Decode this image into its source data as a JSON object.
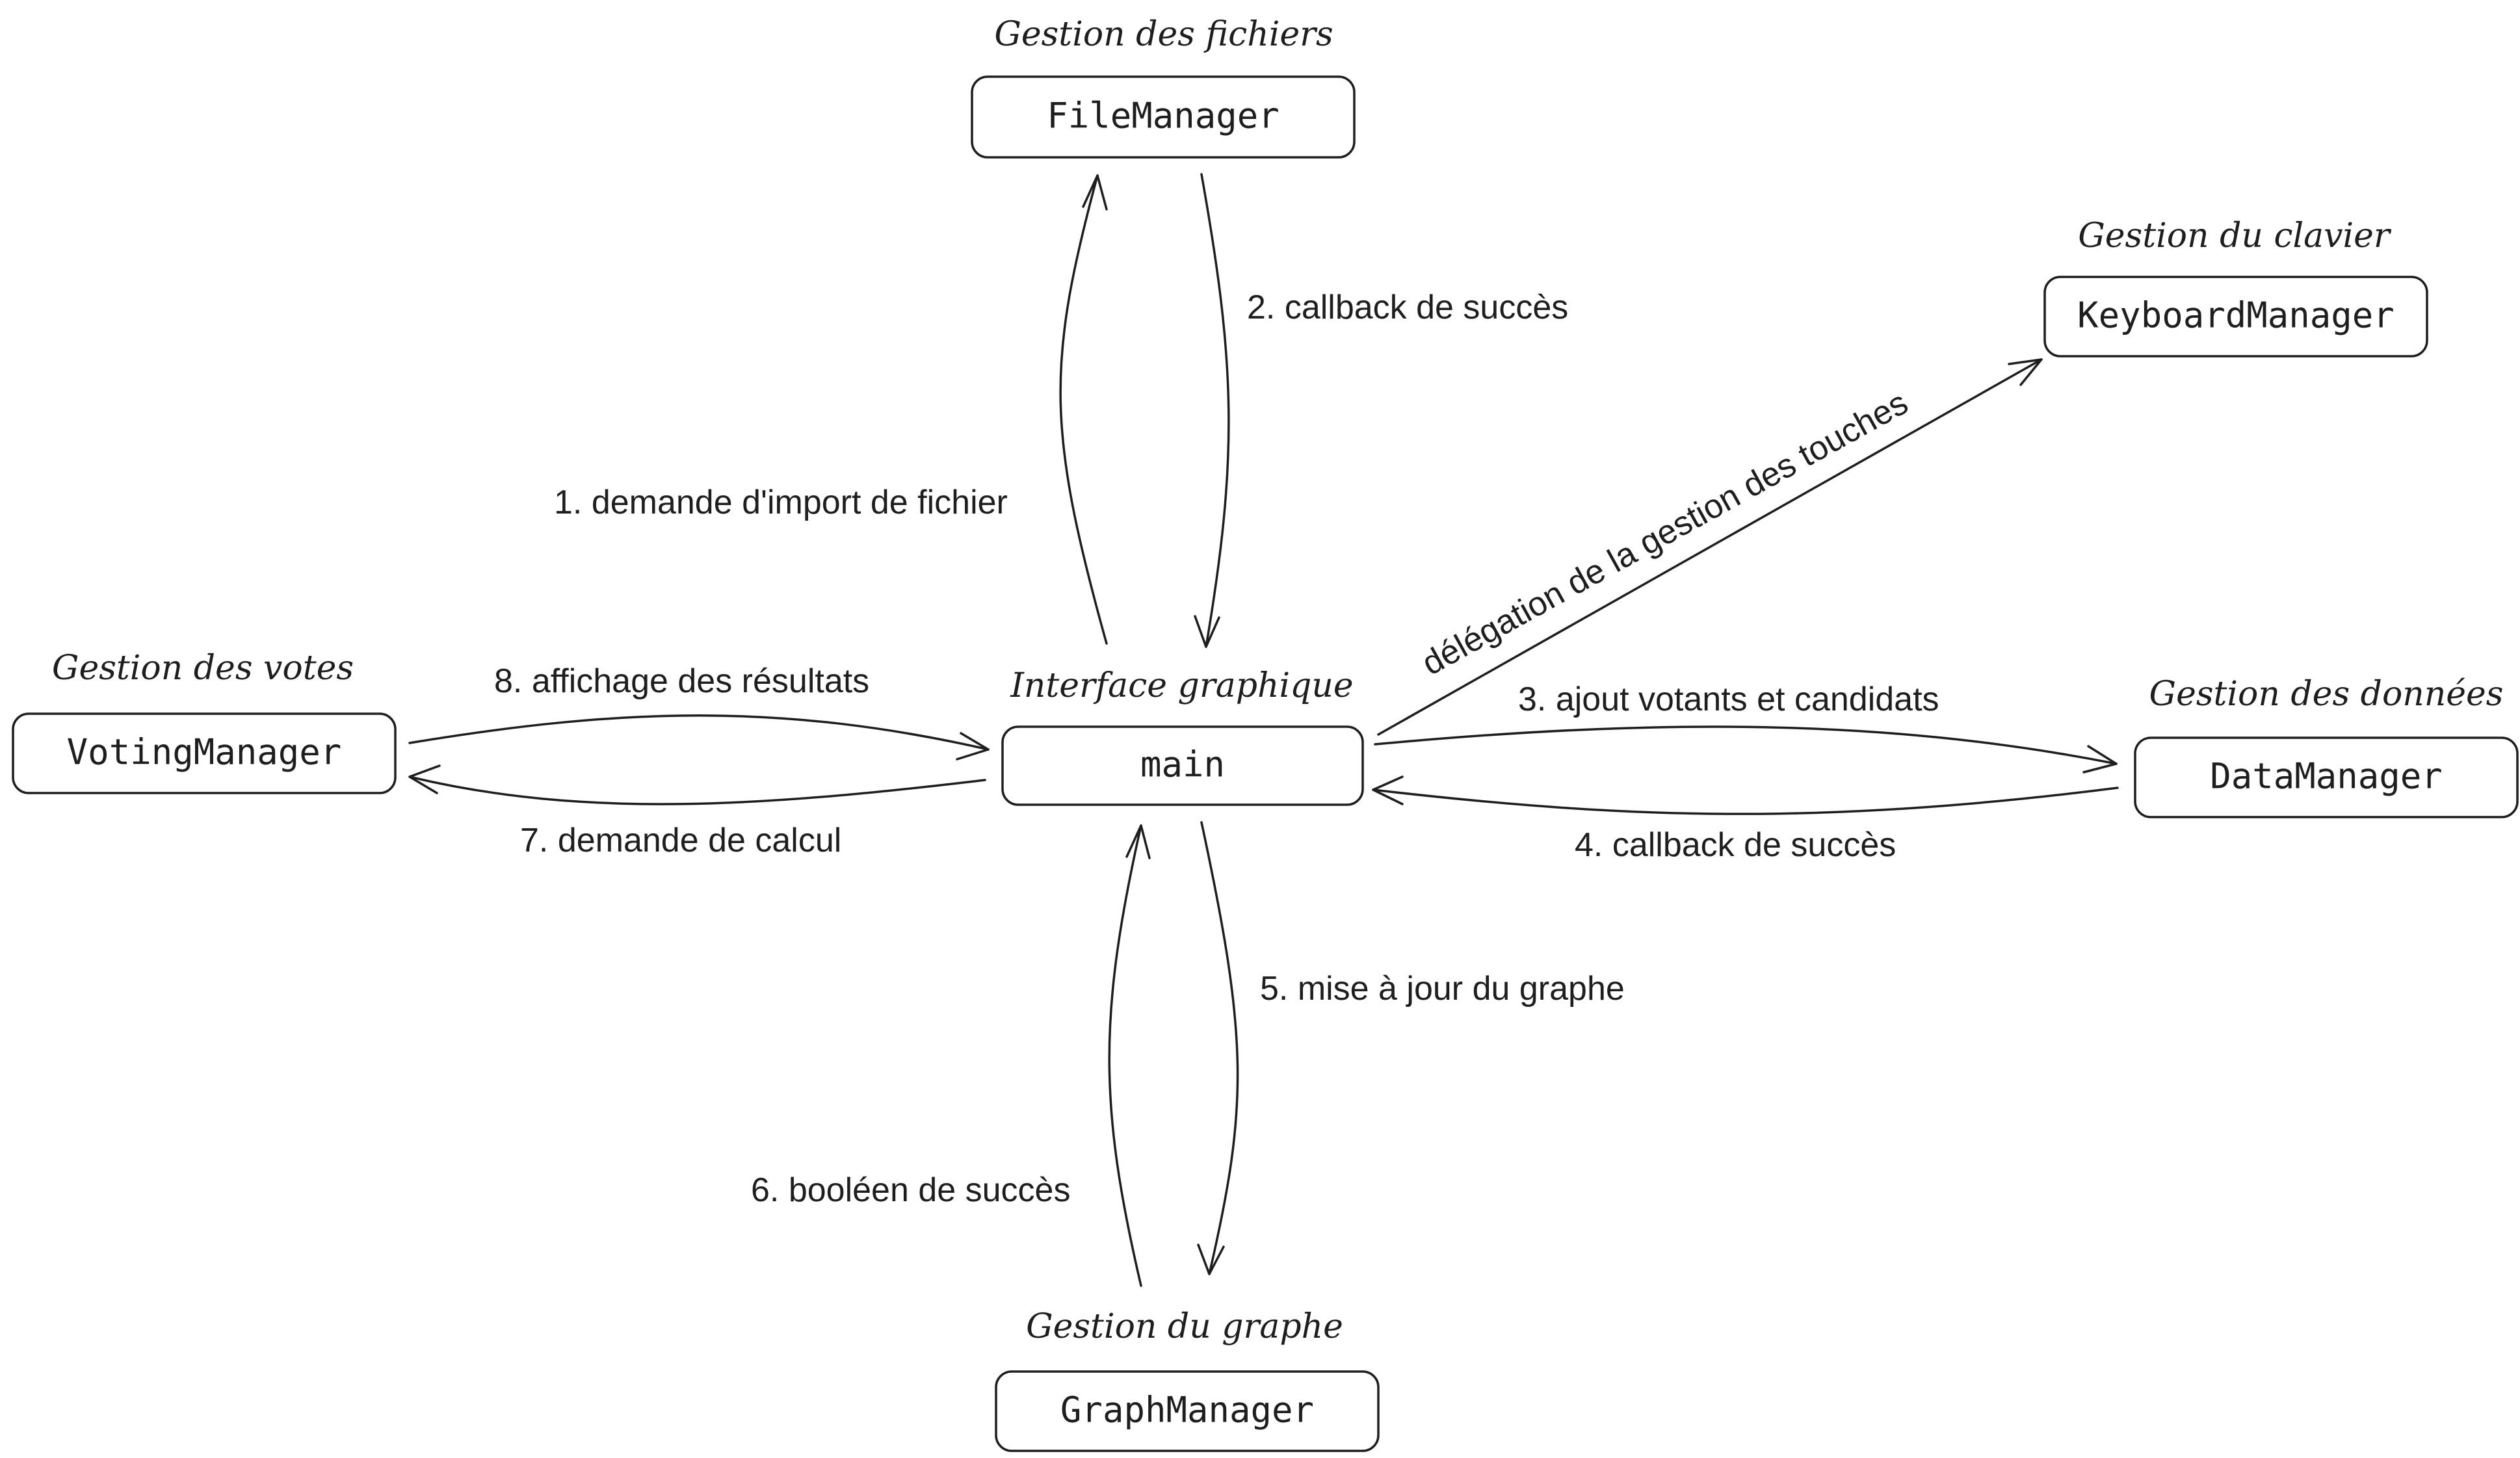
{
  "nodes": {
    "file": {
      "name": "FileManager",
      "group": "Gestion des fichiers"
    },
    "keyboard": {
      "name": "KeyboardManager",
      "group": "Gestion du clavier"
    },
    "main": {
      "name": "main",
      "group": "Interface graphique"
    },
    "voting": {
      "name": "VotingManager",
      "group": "Gestion des votes"
    },
    "data": {
      "name": "DataManager",
      "group": "Gestion des données"
    },
    "graph": {
      "name": "GraphManager",
      "group": "Gestion du graphe"
    }
  },
  "edges": {
    "import_request": "1. demande d'import de fichier",
    "file_callback": "2. callback de succès",
    "add_voters": "3. ajout votants et candidats",
    "data_callback": "4. callback de succès",
    "graph_update": "5. mise à jour du graphe",
    "graph_bool": "6. booléen de succès",
    "compute_request": "7. demande de calcul",
    "show_results": "8. affichage des résultats",
    "key_delegation": "délégation de la gestion des touches"
  }
}
